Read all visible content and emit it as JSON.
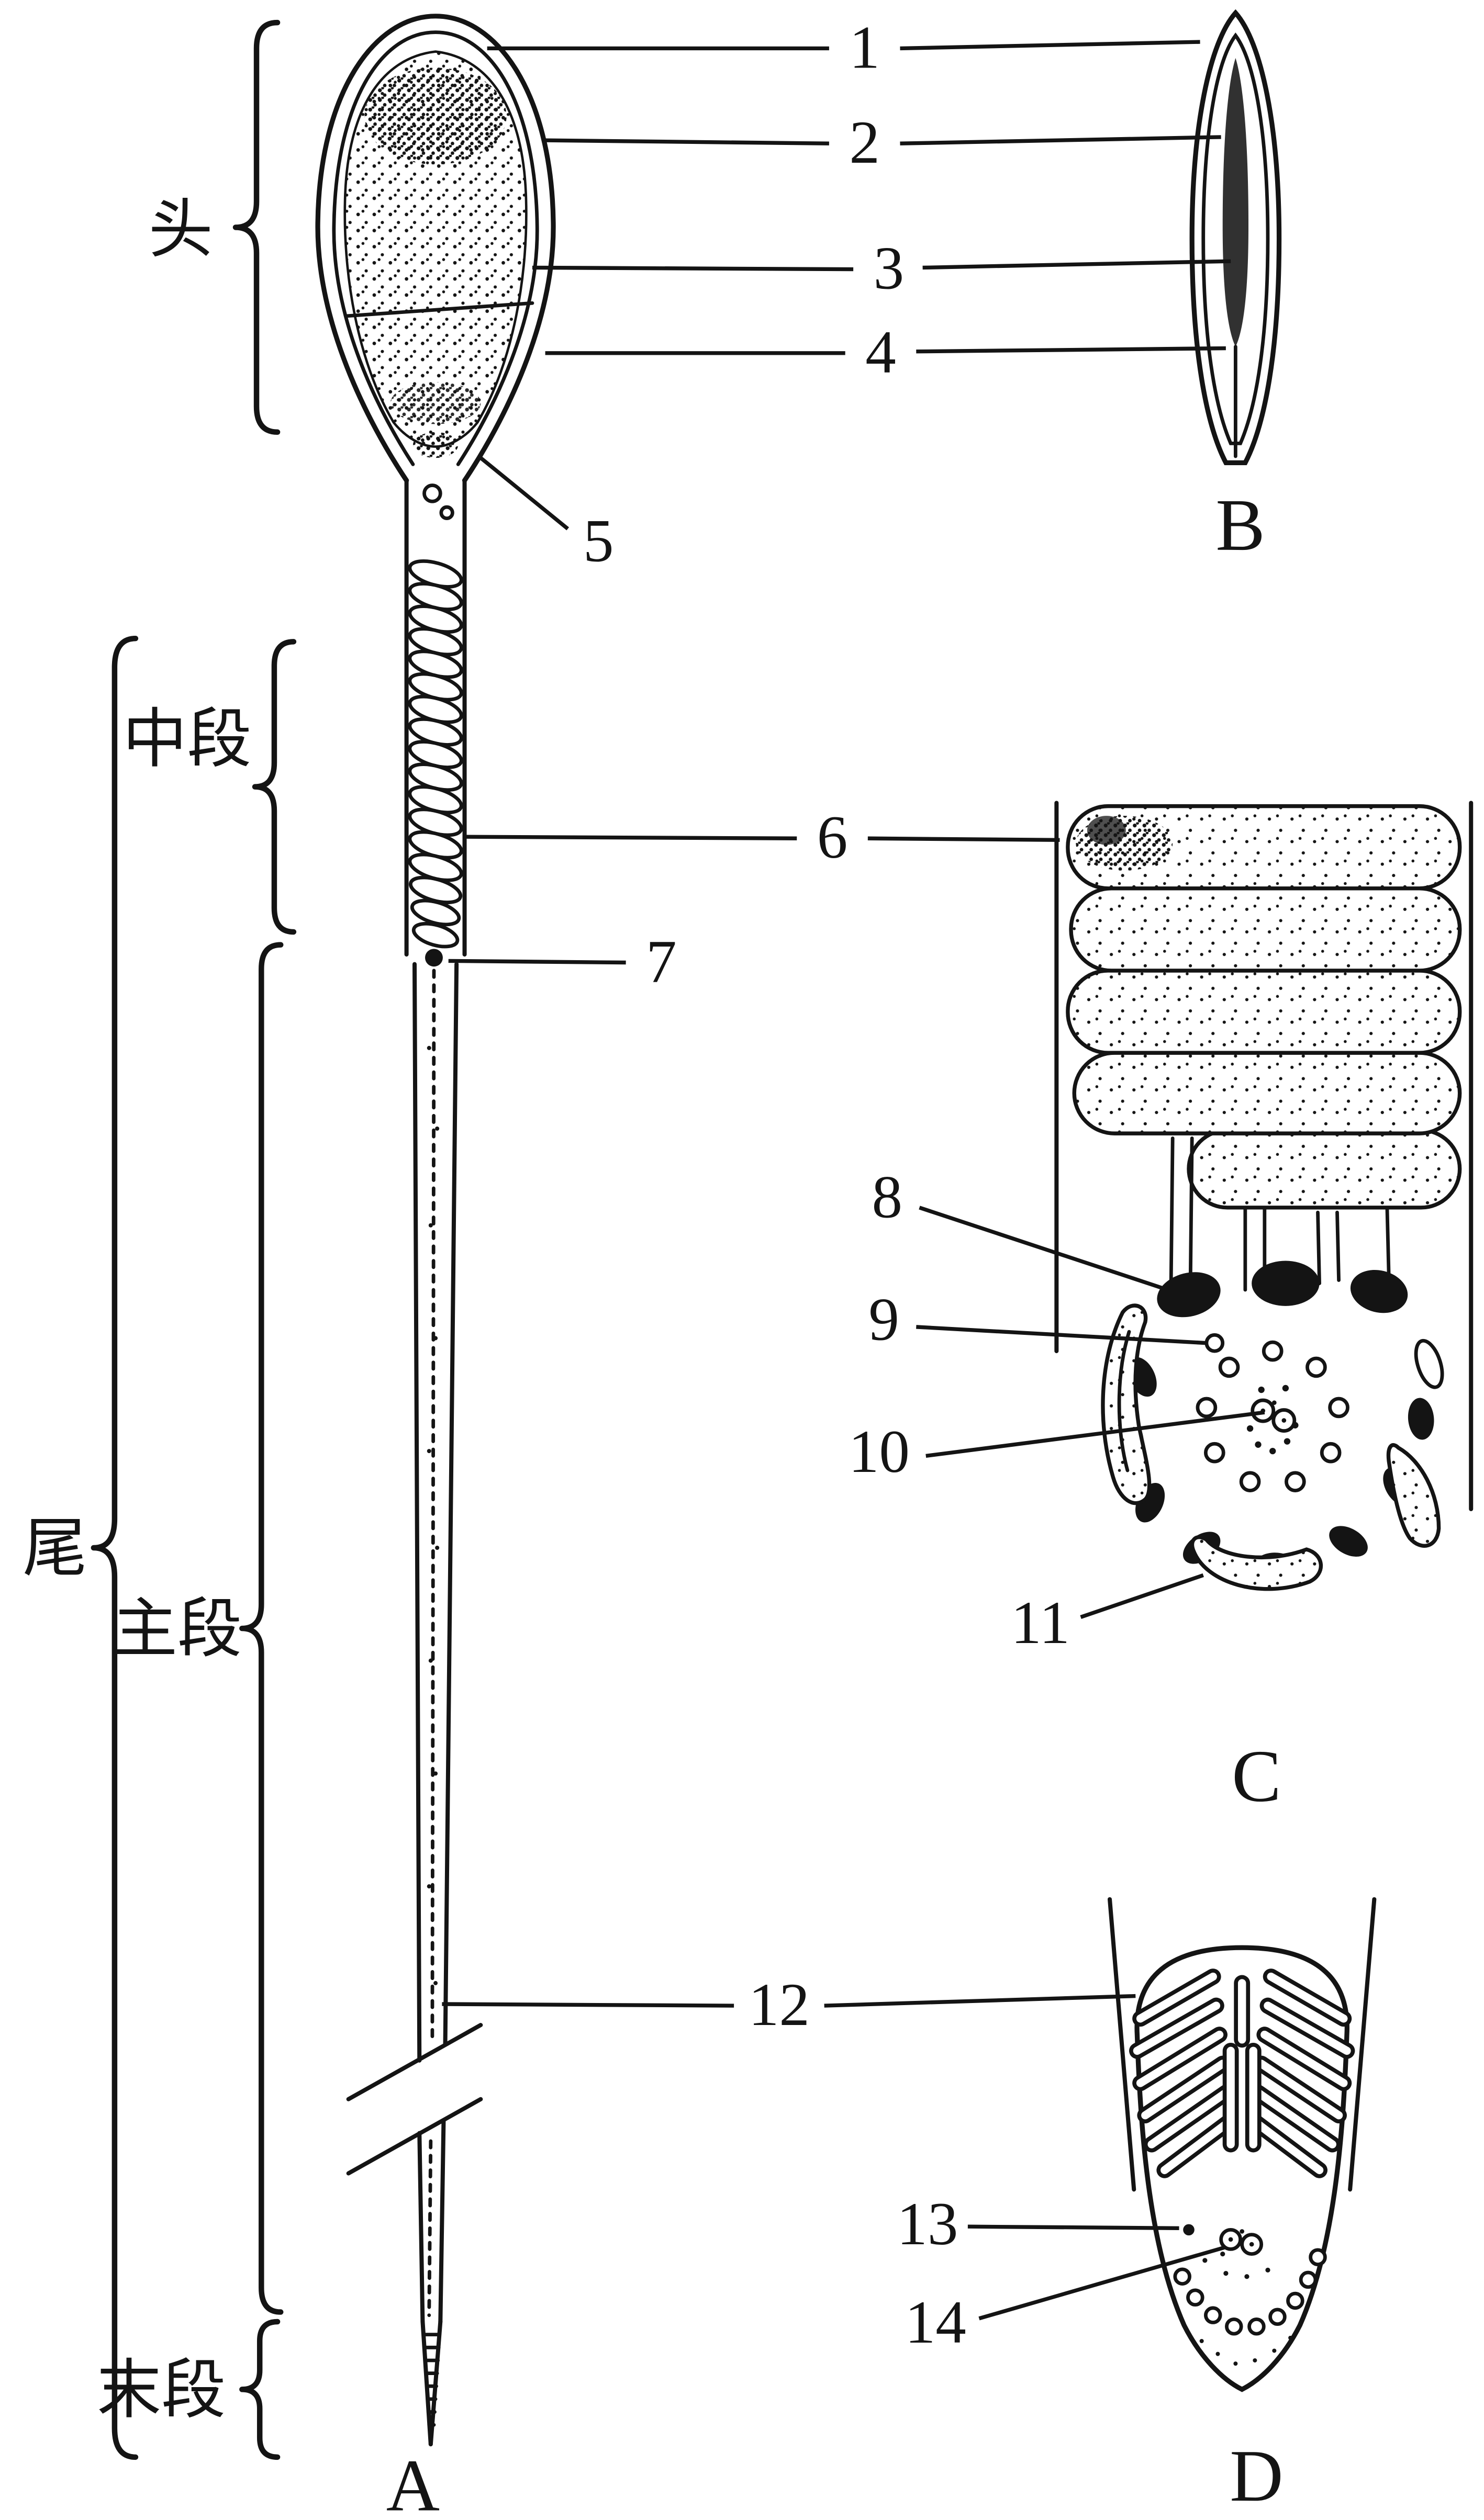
{
  "colors": {
    "ink": "#141414",
    "background": "#ffffff"
  },
  "labels": {
    "parts": {
      "n1": "1",
      "n2": "2",
      "n3": "3",
      "n4": "4",
      "n5": "5",
      "n6": "6",
      "n7": "7",
      "n8": "8",
      "n9": "9",
      "n10": "10",
      "n11": "11",
      "n12": "12",
      "n13": "13",
      "n14": "14"
    },
    "panels": {
      "a": "A",
      "b": "B",
      "c": "C",
      "d": "D"
    },
    "regions": {
      "head": "头",
      "midpiece": "中段",
      "tail": "尾",
      "principal_piece": "主段",
      "end_piece": "末段"
    }
  }
}
